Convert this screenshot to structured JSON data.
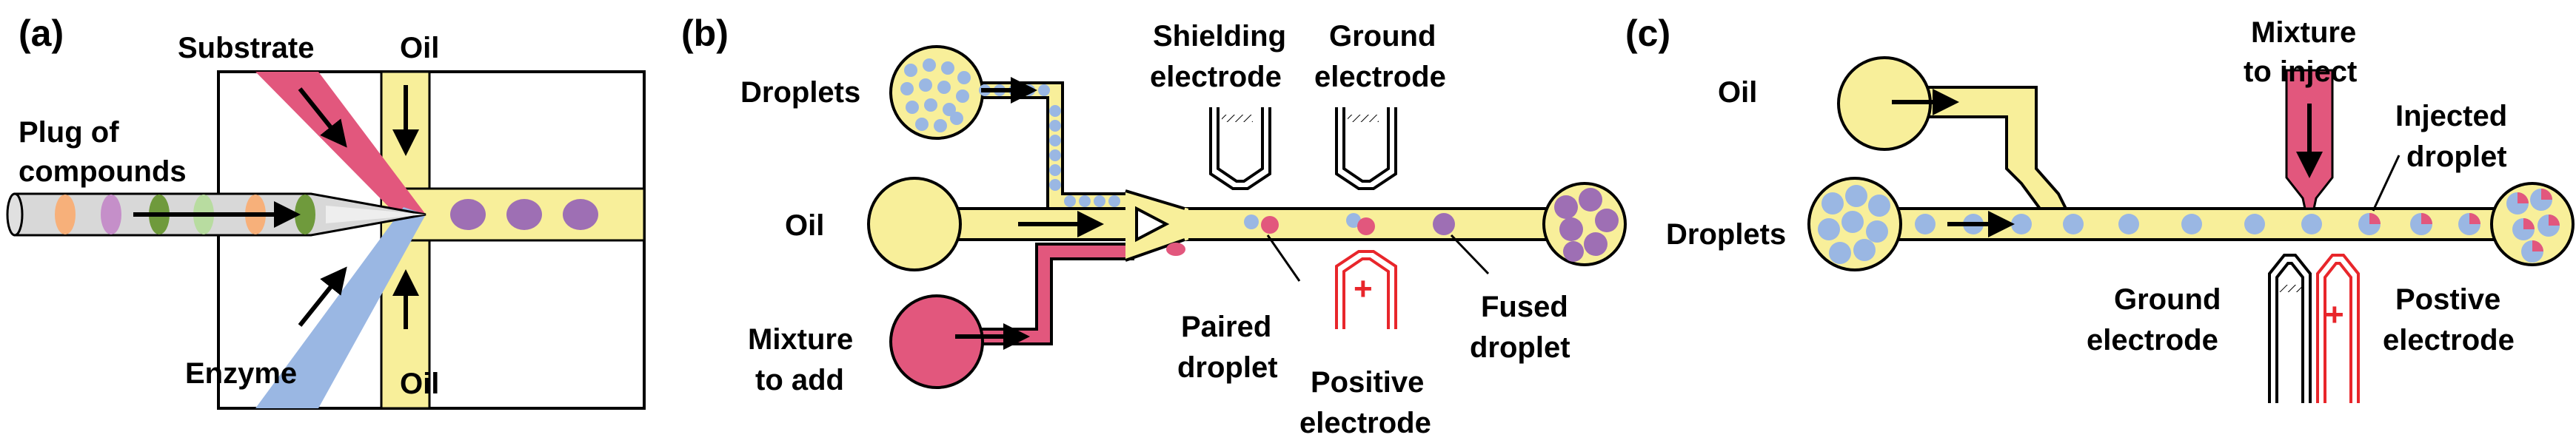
{
  "panels": {
    "a": {
      "tag": "(a)",
      "labels": {
        "substrate": "Substrate",
        "oil_top": "Oil",
        "plug_line1": "Plug of",
        "plug_line2": "compounds",
        "enzyme": "Enzyme",
        "oil_bottom": "Oil"
      }
    },
    "b": {
      "tag": "(b)",
      "labels": {
        "droplets": "Droplets",
        "shielding_line1": "Shielding",
        "shielding_line2": "electrode",
        "ground_line1": "Ground",
        "ground_line2": "electrode",
        "oil": "Oil",
        "mixture_line1": "Mixture",
        "mixture_line2": "to add",
        "paired_line1": "Paired",
        "paired_line2": "droplet",
        "positive_line1": "Positive",
        "positive_line2": "electrode",
        "fused_line1": "Fused",
        "fused_line2": "droplet"
      }
    },
    "c": {
      "tag": "(c)",
      "labels": {
        "oil": "Oil",
        "mixture_line1": "Mixture",
        "mixture_line2": "to inject",
        "injected_line1": "Injected",
        "injected_line2": "droplet",
        "droplets": "Droplets",
        "ground_line1": "Ground",
        "ground_line2": "electrode",
        "positive_line1": "Postive",
        "positive_line2": "electrode"
      }
    }
  },
  "symbols": {
    "plus": "+"
  },
  "colors": {
    "oil_yellow": "#f8ef9a",
    "substrate_pink": "#e2577d",
    "enzyme_blue": "#9ab7e3",
    "droplet_purple": "#9e6fb4",
    "positive_red": "#e8262b"
  }
}
